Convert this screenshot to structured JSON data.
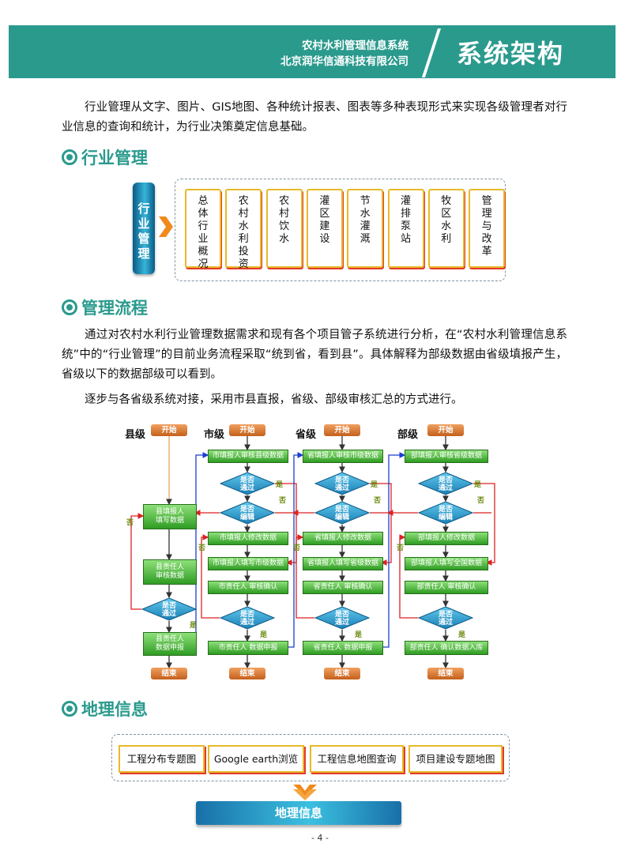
{
  "header": {
    "system_name": "农村水利管理信息系统",
    "company": "北京润华信通科技有限公司",
    "section_title": "系统架构"
  },
  "intro_paragraph": "行业管理从文字、图片、GIS地图、各种统计报表、图表等多种表现形式来实现各级管理者对行业信息的查询和统计，为行业决策奠定信息基础。",
  "industry": {
    "heading": "行业管理",
    "bar_label": "行业管理",
    "items": [
      "总体行业概况",
      "农村水利投资",
      "农村饮水",
      "灌区建设",
      "节水灌溉",
      "灌排泵站",
      "牧区水利",
      "管理与改革"
    ]
  },
  "process": {
    "heading": "管理流程",
    "paragraph1": "通过对农村水利行业管理数据需求和现有各个项目管子系统进行分析，在“农村水利管理信息系统”中的“行业管理”的目前业务流程采取“统到省，看到县”。具体解释为部级数据由省级填报产生，省级以下的数据部级可以看到。",
    "paragraph2": "逐步与各省级系统对接，采用市县直报，省级、部级审核汇总的方式进行。"
  },
  "flowchart": {
    "columns": [
      {
        "title": "县级",
        "start": "开始",
        "end": "结束",
        "steps": [
          "县填报人\n填写数据",
          "县责任人\n审核数据",
          "县责任人\n数据申报"
        ],
        "decision": "是否\n通过"
      },
      {
        "title": "市级",
        "start": "开始",
        "end": "结束",
        "review": "市填报人审核县级数据",
        "decision1": "是否\n通过",
        "decision2": "是否\n编辑",
        "steps": [
          "市填报人修改数据",
          "市填报人填写市级数据",
          "市责任人 审核确认"
        ],
        "decision3": "是否\n通过",
        "submit": "市责任人 数据申报"
      },
      {
        "title": "省级",
        "start": "开始",
        "end": "结束",
        "review": "省填报人审核市级数据",
        "decision1": "是否\n通过",
        "decision2": "是否\n编辑",
        "steps": [
          "省填报人修改数据",
          "省填报人填写省级数据",
          "省责任人 审核确认"
        ],
        "decision3": "是否\n通过",
        "submit": "省责任人 数据申报"
      },
      {
        "title": "部级",
        "start": "开始",
        "end": "结束",
        "review": "部填报人审核省级数据",
        "decision1": "是否\n通过",
        "decision2": "是否\n编辑",
        "steps": [
          "部填报人修改数据",
          "部填报人填写全国数据",
          "部责任人 审核确认"
        ],
        "decision3": "是否\n通过",
        "submit": "部责任人 确认数据入库"
      }
    ],
    "yes": "是",
    "no": "否"
  },
  "geo": {
    "heading": "地理信息",
    "items": [
      "工程分布专题图",
      "Google earth浏览",
      "工程信息地图查询",
      "项目建设专题地图"
    ],
    "bar_label": "地理信息"
  },
  "page_number": "- 4 -",
  "colors": {
    "teal": "#2a9a8d",
    "gold": "#e8b92a",
    "red": "#e23a2a",
    "green": "#2f9c23",
    "orange": "#c4601c"
  }
}
